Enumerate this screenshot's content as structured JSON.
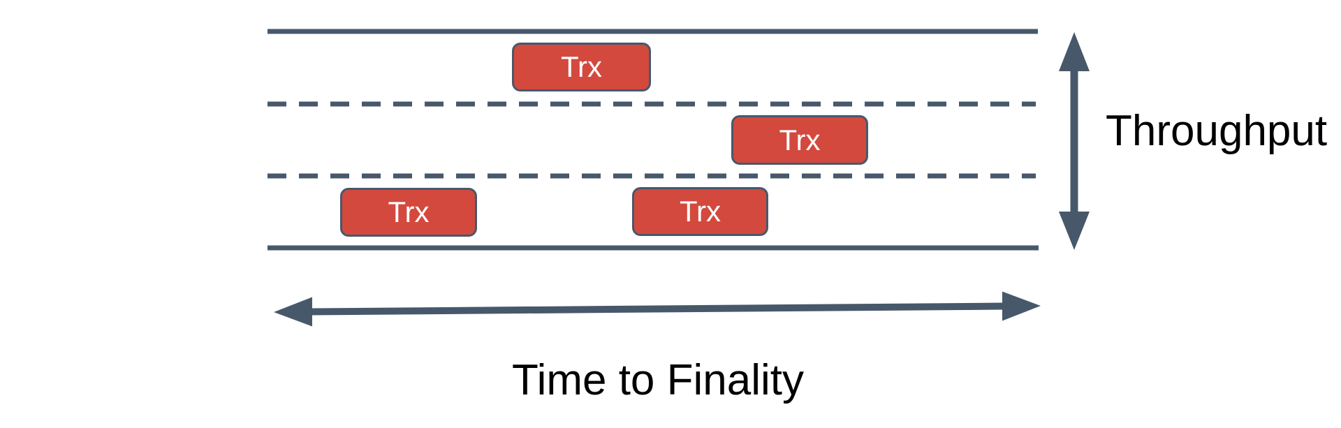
{
  "labels": {
    "throughput": "Throughput",
    "time_to_finality": "Time to Finality"
  },
  "transactions": [
    {
      "label": "Trx",
      "lane": "top"
    },
    {
      "label": "Trx",
      "lane": "middle"
    },
    {
      "label": "Trx",
      "lane": "bottom"
    },
    {
      "label": "Trx",
      "lane": "bottom"
    }
  ],
  "colors": {
    "lane_stroke": "#47586B",
    "transaction_fill": "#D3493E",
    "transaction_border": "#47586B",
    "transaction_text": "#FFFFFF",
    "label_text": "#000000",
    "background": "#FFFFFF"
  }
}
